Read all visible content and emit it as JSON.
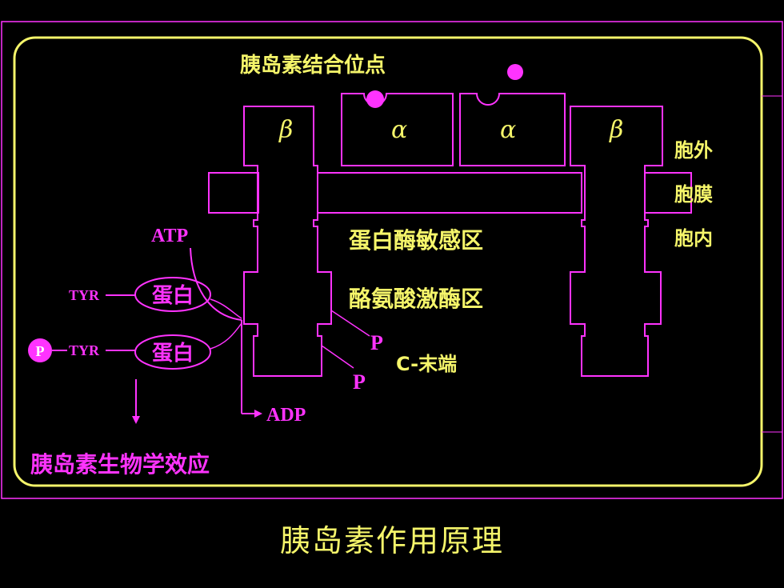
{
  "binding_site_label": "胰岛素结合位点",
  "subunits": {
    "beta_left": "β",
    "alpha_left": "α",
    "alpha_right": "α",
    "beta_right": "β"
  },
  "regions": {
    "outside": "胞外",
    "membrane": "胞膜",
    "inside": "胞内",
    "ptk_sensitive": "蛋白酶敏感区",
    "tyrosine_kinase": "酪氨酸激酶区",
    "c_terminus": "C-末端"
  },
  "atp": "ATP",
  "adp": "ADP",
  "phosphate": "P",
  "substrates": [
    {
      "residue": "TYR",
      "protein": "蛋白"
    },
    {
      "residue": "TYR",
      "protein": "蛋白",
      "phospho": "P"
    }
  ],
  "effect": "胰岛素生物学效应",
  "caption": "胰岛素作用原理",
  "colors": {
    "background": "#000000",
    "outline": "#ff33ff",
    "text": "#f5f56a",
    "frame": "#f5f56a"
  }
}
